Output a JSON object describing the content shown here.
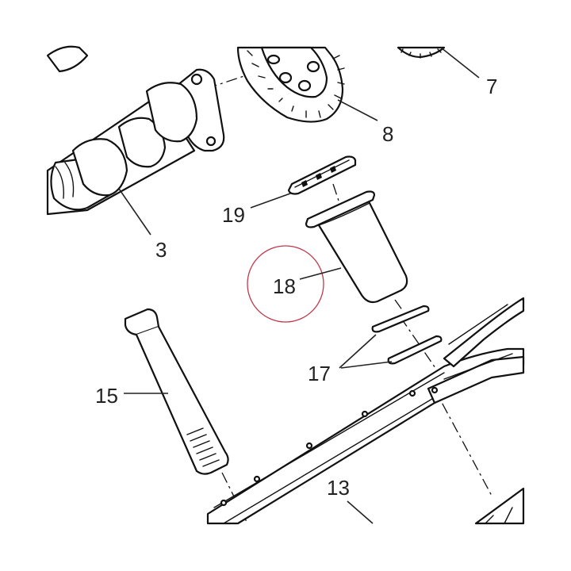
{
  "labels": {
    "l3": "3",
    "l7": "7",
    "l8": "8",
    "l13": "13",
    "l15": "15",
    "l17": "17",
    "l18": "18",
    "l19": "19"
  },
  "colors": {
    "line": "#111111",
    "highlight_circle": "#c0394b",
    "background": "#ffffff"
  }
}
